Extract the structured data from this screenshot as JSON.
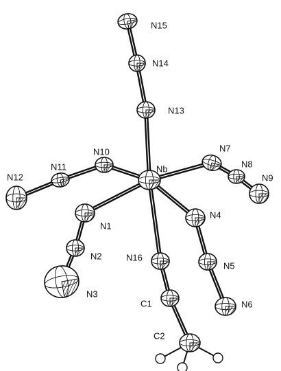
{
  "atoms": [
    {
      "id": "N15",
      "label": "N15"
    },
    {
      "id": "N14",
      "label": "N14"
    },
    {
      "id": "N13",
      "label": "N13"
    },
    {
      "id": "N7",
      "label": "N7"
    },
    {
      "id": "N8",
      "label": "N8"
    },
    {
      "id": "N9",
      "label": "N9"
    },
    {
      "id": "N10",
      "label": "N10"
    },
    {
      "id": "N11",
      "label": "N11"
    },
    {
      "id": "N12",
      "label": "N12"
    },
    {
      "id": "Nb",
      "label": "Nb"
    },
    {
      "id": "N1",
      "label": "N1"
    },
    {
      "id": "N4",
      "label": "N4"
    },
    {
      "id": "N2",
      "label": "N2"
    },
    {
      "id": "N16",
      "label": "N16"
    },
    {
      "id": "N5",
      "label": "N5"
    },
    {
      "id": "N3",
      "label": "N3"
    },
    {
      "id": "C1",
      "label": "C1"
    },
    {
      "id": "N6",
      "label": "N6"
    },
    {
      "id": "C2",
      "label": "C2"
    }
  ],
  "bonds": [
    [
      "N15",
      "N14"
    ],
    [
      "N14",
      "N13"
    ],
    [
      "N13",
      "Nb"
    ],
    [
      "Nb",
      "N7"
    ],
    [
      "N7",
      "N8"
    ],
    [
      "N8",
      "N9"
    ],
    [
      "Nb",
      "N10"
    ],
    [
      "N10",
      "N11"
    ],
    [
      "N11",
      "N12"
    ],
    [
      "Nb",
      "N1"
    ],
    [
      "N1",
      "N2"
    ],
    [
      "N2",
      "N3"
    ],
    [
      "Nb",
      "N4"
    ],
    [
      "N4",
      "N5"
    ],
    [
      "N5",
      "N6"
    ],
    [
      "Nb",
      "N16"
    ],
    [
      "N16",
      "C1"
    ],
    [
      "C1",
      "C2"
    ]
  ]
}
